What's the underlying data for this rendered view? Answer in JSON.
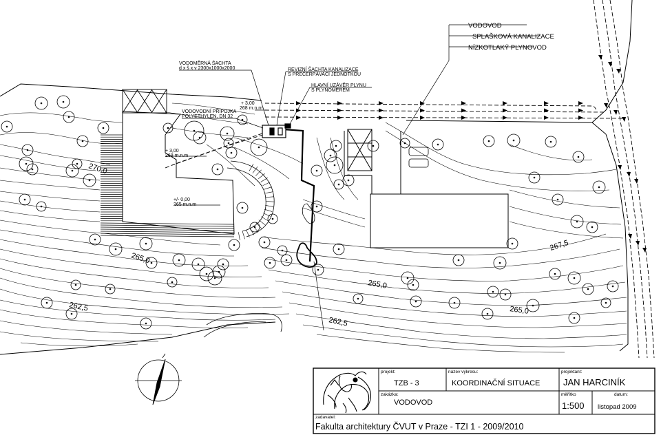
{
  "legend": {
    "items": [
      "VODOVOD",
      "SPLAŠKOVÁ KANALIZACE",
      "NÍZKOTLAKÝ PLYNOVOD"
    ]
  },
  "annotations": {
    "water_meter_shaft_line1": "VODOMĚRNÁ ŠACHTA",
    "water_meter_shaft_line2": "d x š x v 2300x1000x2000",
    "inspection_shaft_line1": "REVIZNÍ ŠACHTA KANALIZACE",
    "inspection_shaft_line2": "S PŘEČERPÁVACÍ JEDNOTKOU",
    "gas_valve_line1": "HLAVNÍ UZÁVĚR PLYNU",
    "gas_valve_line2": "S PLYNOMĚREM",
    "water_connection_line1": "VODOVODNÍ PŘÍPOJKA",
    "water_connection_line2": "POLYETHYLEN, DN 32",
    "level_a_line1": "+ 3,00",
    "level_a_line2": "268 m.n.m",
    "level_b_line1": "+ 3,00",
    "level_b_line2": "268 m.n.m",
    "level_c_line1": "+/- 0,00",
    "level_c_line2": "265 m.n.m",
    "contours": [
      "270,0",
      "265,0",
      "265,0",
      "265,0",
      "262,5",
      "262,5",
      "267,5"
    ]
  },
  "title_block": {
    "label_project": "projekt:",
    "project": "TZB - 3",
    "label_drawing_name": "název výkresu:",
    "drawing_name": "KOORDINAČNÍ SITUACE",
    "label_designer": "projektant:",
    "designer": "JAN HARCINÍK",
    "label_order": "zakázka:",
    "order": "VODOVOD",
    "label_scale": "měřítko",
    "scale": "1:500",
    "label_date": "datum:",
    "date": "listopad 2009",
    "label_client": "zadavatel:",
    "client": "Fakulta architektury ČVUT v Praze - TZI 1 -  2009/2010"
  }
}
